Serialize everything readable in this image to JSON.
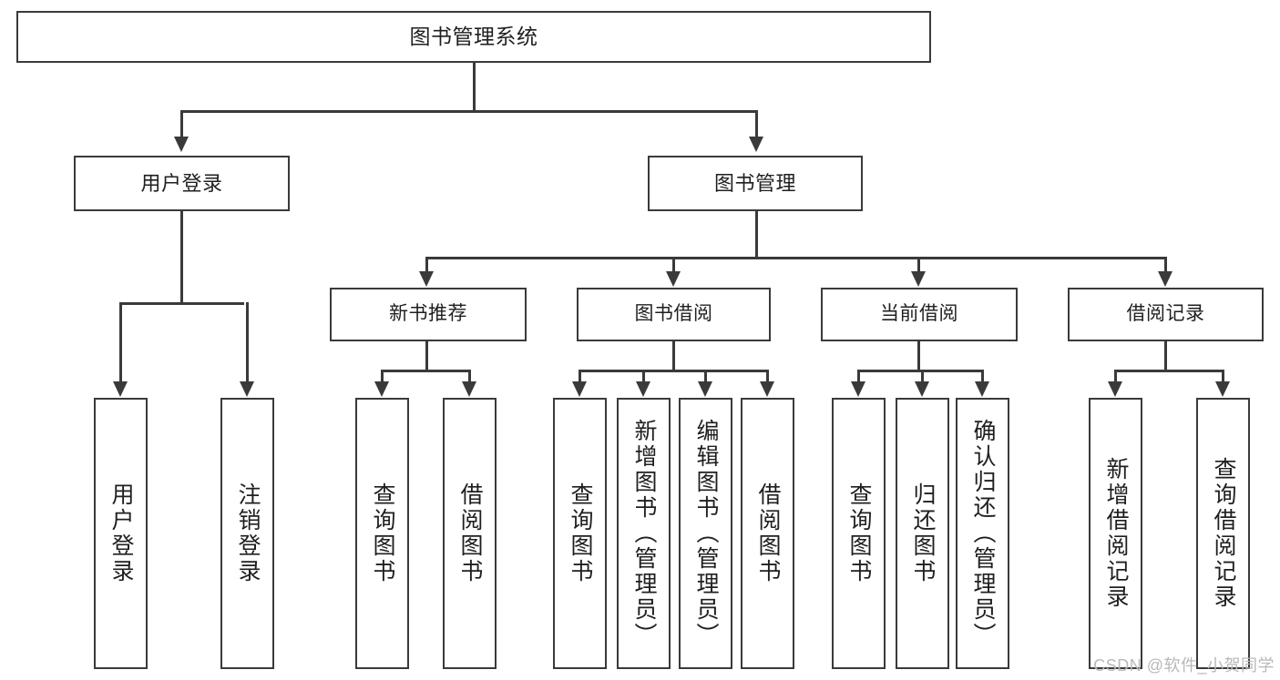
{
  "diagram": {
    "type": "tree-hierarchy-chart",
    "root": {
      "label": "图书管理系统"
    },
    "level2": [
      {
        "label": "用户登录"
      },
      {
        "label": "图书管理"
      }
    ],
    "level3": [
      {
        "label": "新书推荐"
      },
      {
        "label": "图书借阅"
      },
      {
        "label": "当前借阅"
      },
      {
        "label": "借阅记录"
      }
    ],
    "leaves": {
      "user_login": [
        {
          "label": "用户登录"
        },
        {
          "label": "注销登录"
        }
      ],
      "new_book_recommend": [
        {
          "label": "查询图书"
        },
        {
          "label": "借阅图书"
        }
      ],
      "book_borrow": [
        {
          "label": "查询图书"
        },
        {
          "label": "新增图书（管理员）"
        },
        {
          "label": "编辑图书（管理员）"
        },
        {
          "label": "借阅图书"
        }
      ],
      "current_borrow": [
        {
          "label": "查询图书"
        },
        {
          "label": "归还图书"
        },
        {
          "label": "确认归还（管理员）"
        }
      ],
      "borrow_record": [
        {
          "label": "新增借阅记录"
        },
        {
          "label": "查询借阅记录"
        }
      ]
    }
  },
  "watermark": {
    "text": "CSDN @软件_小贺同学"
  },
  "colors": {
    "stroke": "#3a3a3a",
    "fill": "#ffffff",
    "text": "#1f1f1f",
    "watermark": "#b9b9b9"
  }
}
